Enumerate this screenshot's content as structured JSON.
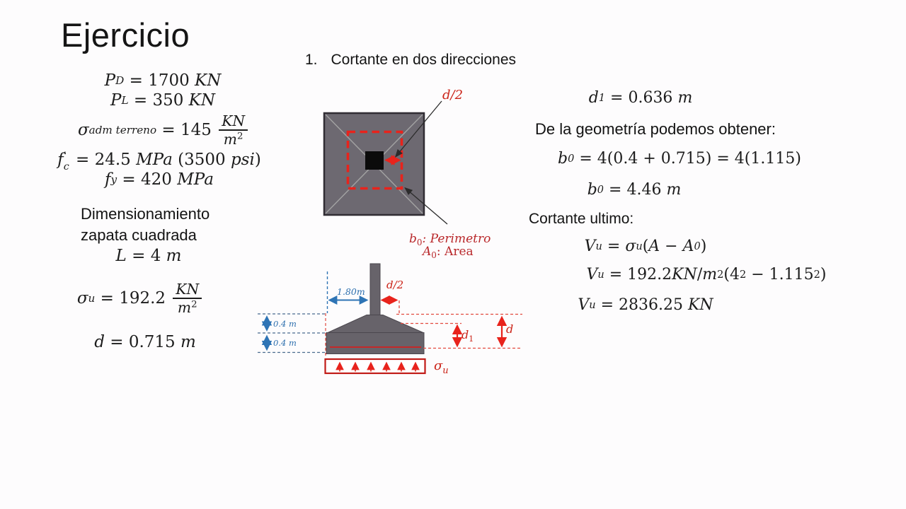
{
  "title": "Ejercicio",
  "heading": {
    "number": "1.",
    "label": "Cortante en dos direcciones"
  },
  "colors": {
    "accent_red": "#cb2318",
    "dash_red": "#e8231c",
    "accent_blue": "#2e74b5",
    "footing_gray": "#6d6971",
    "text_dark_red": "#b9282b"
  },
  "left": {
    "dim_line1": "Dimensionamiento",
    "dim_line2": "zapata cuadrada",
    "formulas": {
      "pd": [
        {
          "v": "P"
        },
        {
          "sub": "D"
        },
        {
          "n": " = 1700 "
        },
        {
          "v": "KN"
        }
      ],
      "pl": [
        {
          "v": "P"
        },
        {
          "sub": "L"
        },
        {
          "n": " = 350 "
        },
        {
          "v": "KN"
        }
      ],
      "sigma_adm": [
        {
          "v": "σ"
        },
        {
          "sub": "adm terreno"
        },
        {
          "n": " = 145 "
        },
        {
          "frac": {
            "num": [
              {
                "v": "KN"
              }
            ],
            "den": [
              {
                "v": "m"
              },
              {
                "sup": "2"
              }
            ]
          }
        }
      ],
      "fc": [
        {
          "v": "f"
        },
        {
          "supsub": {
            "sup": "′",
            "sub": "c"
          }
        },
        {
          "n": " = 24.5 "
        },
        {
          "v": "MPa"
        },
        {
          "n": " (3500 "
        },
        {
          "v": "psi"
        },
        {
          "n": ")"
        }
      ],
      "fy": [
        {
          "v": "f"
        },
        {
          "sub": "y"
        },
        {
          "n": " = 420 "
        },
        {
          "v": "MPa"
        }
      ],
      "L": [
        {
          "v": "L"
        },
        {
          "n": " = 4 "
        },
        {
          "v": "m"
        }
      ],
      "sigma_u": [
        {
          "v": "σ"
        },
        {
          "sub": "u"
        },
        {
          "n": " = 192.2 "
        },
        {
          "frac": {
            "num": [
              {
                "v": "KN"
              }
            ],
            "den": [
              {
                "v": "m"
              },
              {
                "sup": "2"
              }
            ]
          }
        }
      ],
      "d": [
        {
          "v": "d"
        },
        {
          "n": " = 0.715 "
        },
        {
          "v": "m"
        }
      ]
    }
  },
  "right": {
    "geom_text": "De la geometría podemos obtener:",
    "cortante_text": "Cortante ultimo:",
    "formulas": {
      "d1": [
        {
          "v": "d"
        },
        {
          "sub": "1"
        },
        {
          "n": " = 0.636 "
        },
        {
          "v": "m"
        }
      ],
      "b0a": [
        {
          "v": "b"
        },
        {
          "sub": "0"
        },
        {
          "n": " = 4(0.4 + 0.715) = 4(1.115)"
        }
      ],
      "b0b": [
        {
          "v": "b"
        },
        {
          "sub": "0"
        },
        {
          "n": " = 4.46 "
        },
        {
          "v": "m"
        }
      ],
      "vu1": [
        {
          "v": "V"
        },
        {
          "sub": "u"
        },
        {
          "n": " = "
        },
        {
          "v": "σ"
        },
        {
          "sub": "u"
        },
        {
          "n": "("
        },
        {
          "v": "A"
        },
        {
          "n": " − "
        },
        {
          "v": "A"
        },
        {
          "sub": "0"
        },
        {
          "n": ")"
        }
      ],
      "vu2": [
        {
          "v": "V"
        },
        {
          "sub": "u"
        },
        {
          "n": " = 192.2"
        },
        {
          "v": "KN"
        },
        {
          "n": "/"
        },
        {
          "v": "m"
        },
        {
          "sup": "2"
        },
        {
          "n": "(4"
        },
        {
          "sup": "2"
        },
        {
          "n": " − 1.115"
        },
        {
          "sup": "2"
        },
        {
          "n": ")"
        }
      ],
      "vu3": [
        {
          "v": "V"
        },
        {
          "sub": "u"
        },
        {
          "n": " = 2836.25 "
        },
        {
          "v": "KN"
        }
      ]
    }
  },
  "plan": {
    "d_half": "d/2",
    "b0_var": "b",
    "b0_sub": "0",
    "b0_rest": ": Perimetro",
    "a0_var": "A",
    "a0_sub": "0",
    "a0_rest": ": Area"
  },
  "elev": {
    "width_label": "1.80m",
    "h1": "0.4 m",
    "h2": "0.4 m",
    "d_half": "d/2",
    "d1_var": "d",
    "d1_sub": "1",
    "d_var": "d",
    "sigma": "σ",
    "sigma_sub": "u"
  }
}
